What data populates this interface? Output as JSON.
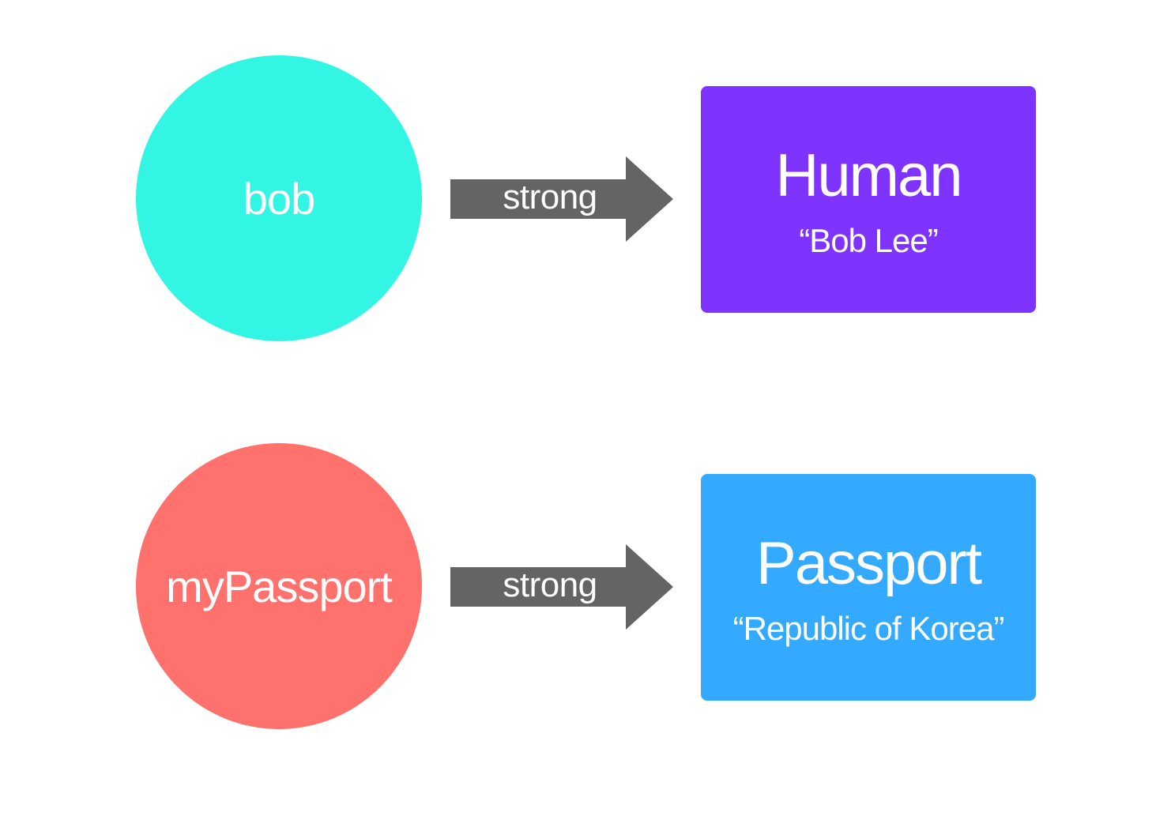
{
  "rows": [
    {
      "variable": {
        "label": "bob",
        "color": "#33F5E4"
      },
      "reference": {
        "label": "strong",
        "color": "#646464"
      },
      "instance": {
        "type": "Human",
        "value": "“Bob Lee”",
        "color": "#7F33FF"
      }
    },
    {
      "variable": {
        "label": "myPassport",
        "color": "#FF716D"
      },
      "reference": {
        "label": "strong",
        "color": "#646464"
      },
      "instance": {
        "type": "Passport",
        "value": "“Republic of Korea”",
        "color": "#33AAFF"
      }
    }
  ]
}
